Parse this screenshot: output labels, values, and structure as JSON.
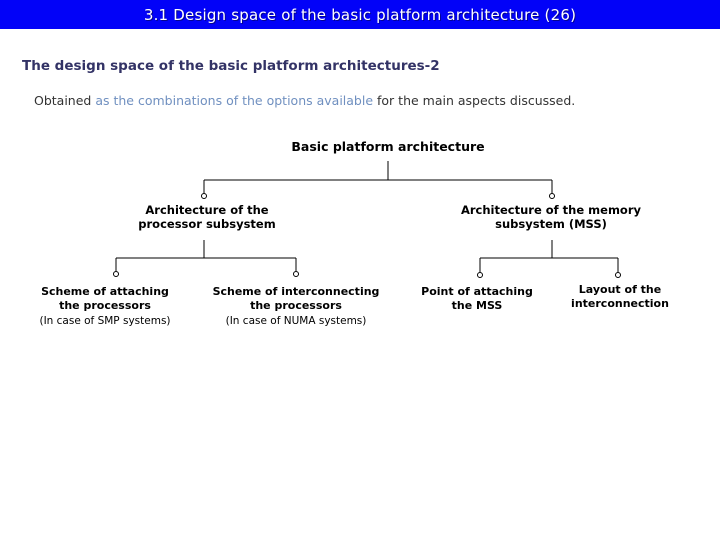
{
  "title_bar": {
    "text": "3.1 Design space of the basic platform architecture (26)"
  },
  "heading": "The design space of the basic platform architectures-2",
  "paragraph": {
    "part1": "Obtained ",
    "part2": "as the combinations of the options available",
    "part3": " for the main aspects discussed."
  },
  "tree": {
    "root": "Basic platform architecture",
    "branches": [
      {
        "line1": "Architecture of the",
        "line2": "processor subsystem"
      },
      {
        "line1": "Architecture of the memory",
        "line2": "subsystem (MSS)"
      }
    ],
    "leaves": [
      {
        "line1": "Scheme of attaching",
        "line2": "the processors",
        "note": "(In case of SMP systems)"
      },
      {
        "line1": "Scheme of interconnecting",
        "line2": "the processors",
        "note": "(In case of NUMA systems)"
      },
      {
        "line1": "Point of attaching",
        "line2": "the MSS",
        "note": ""
      },
      {
        "line1": "Layout of the",
        "line2": "interconnection",
        "note": ""
      }
    ]
  },
  "colors": {
    "titlebar_bg": "#0202F8",
    "titlebar_text": "#FFFFFF",
    "heading_text": "#333366",
    "body_text": "#333333",
    "highlight_blue": "#7090C0",
    "diagram_line": "#000000"
  }
}
